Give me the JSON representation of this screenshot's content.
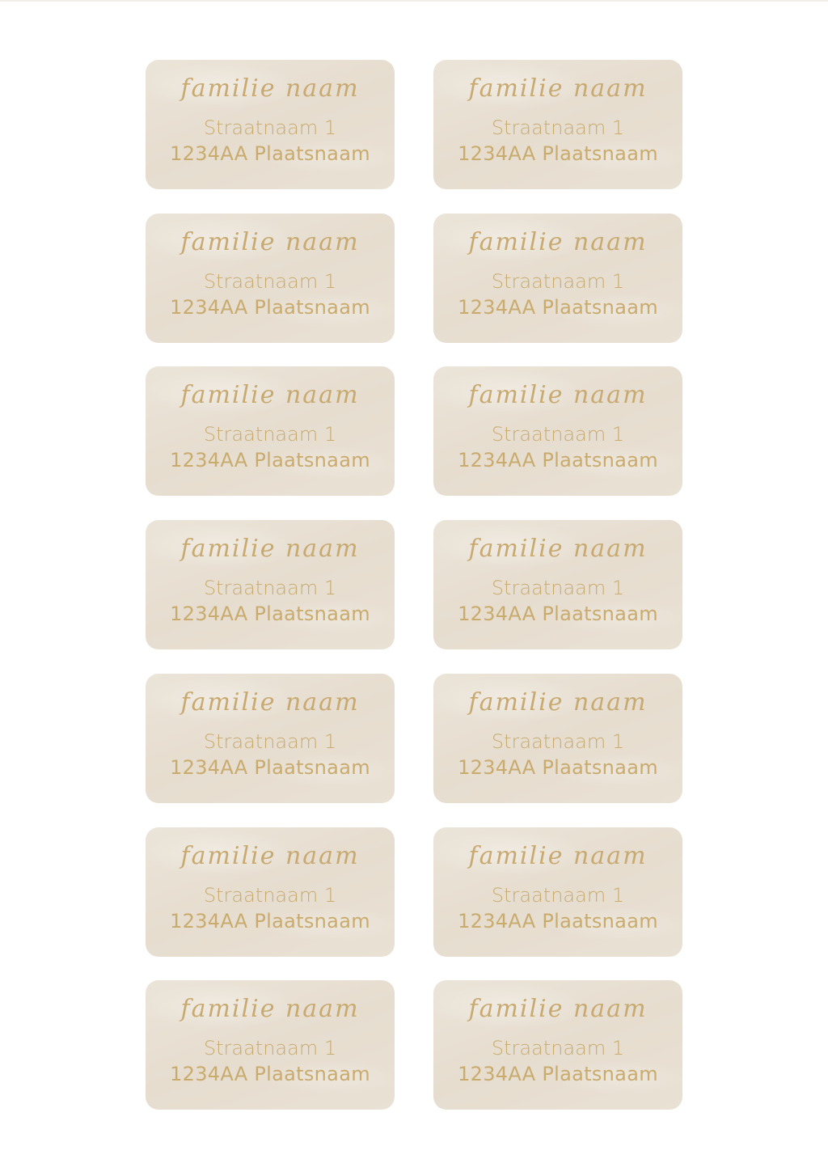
{
  "colors": {
    "label_bg": "#e8e0d2",
    "text_gold": "#c9ab6e"
  },
  "labels": [
    {
      "name": "familie naam",
      "street": "Straatnaam 1",
      "city": "1234AA Plaatsnaam"
    },
    {
      "name": "familie naam",
      "street": "Straatnaam 1",
      "city": "1234AA Plaatsnaam"
    },
    {
      "name": "familie naam",
      "street": "Straatnaam 1",
      "city": "1234AA Plaatsnaam"
    },
    {
      "name": "familie naam",
      "street": "Straatnaam 1",
      "city": "1234AA Plaatsnaam"
    },
    {
      "name": "familie naam",
      "street": "Straatnaam 1",
      "city": "1234AA Plaatsnaam"
    },
    {
      "name": "familie naam",
      "street": "Straatnaam 1",
      "city": "1234AA Plaatsnaam"
    },
    {
      "name": "familie naam",
      "street": "Straatnaam 1",
      "city": "1234AA Plaatsnaam"
    },
    {
      "name": "familie naam",
      "street": "Straatnaam 1",
      "city": "1234AA Plaatsnaam"
    },
    {
      "name": "familie naam",
      "street": "Straatnaam 1",
      "city": "1234AA Plaatsnaam"
    },
    {
      "name": "familie naam",
      "street": "Straatnaam 1",
      "city": "1234AA Plaatsnaam"
    },
    {
      "name": "familie naam",
      "street": "Straatnaam 1",
      "city": "1234AA Plaatsnaam"
    },
    {
      "name": "familie naam",
      "street": "Straatnaam 1",
      "city": "1234AA Plaatsnaam"
    },
    {
      "name": "familie naam",
      "street": "Straatnaam 1",
      "city": "1234AA Plaatsnaam"
    },
    {
      "name": "familie naam",
      "street": "Straatnaam 1",
      "city": "1234AA Plaatsnaam"
    }
  ]
}
